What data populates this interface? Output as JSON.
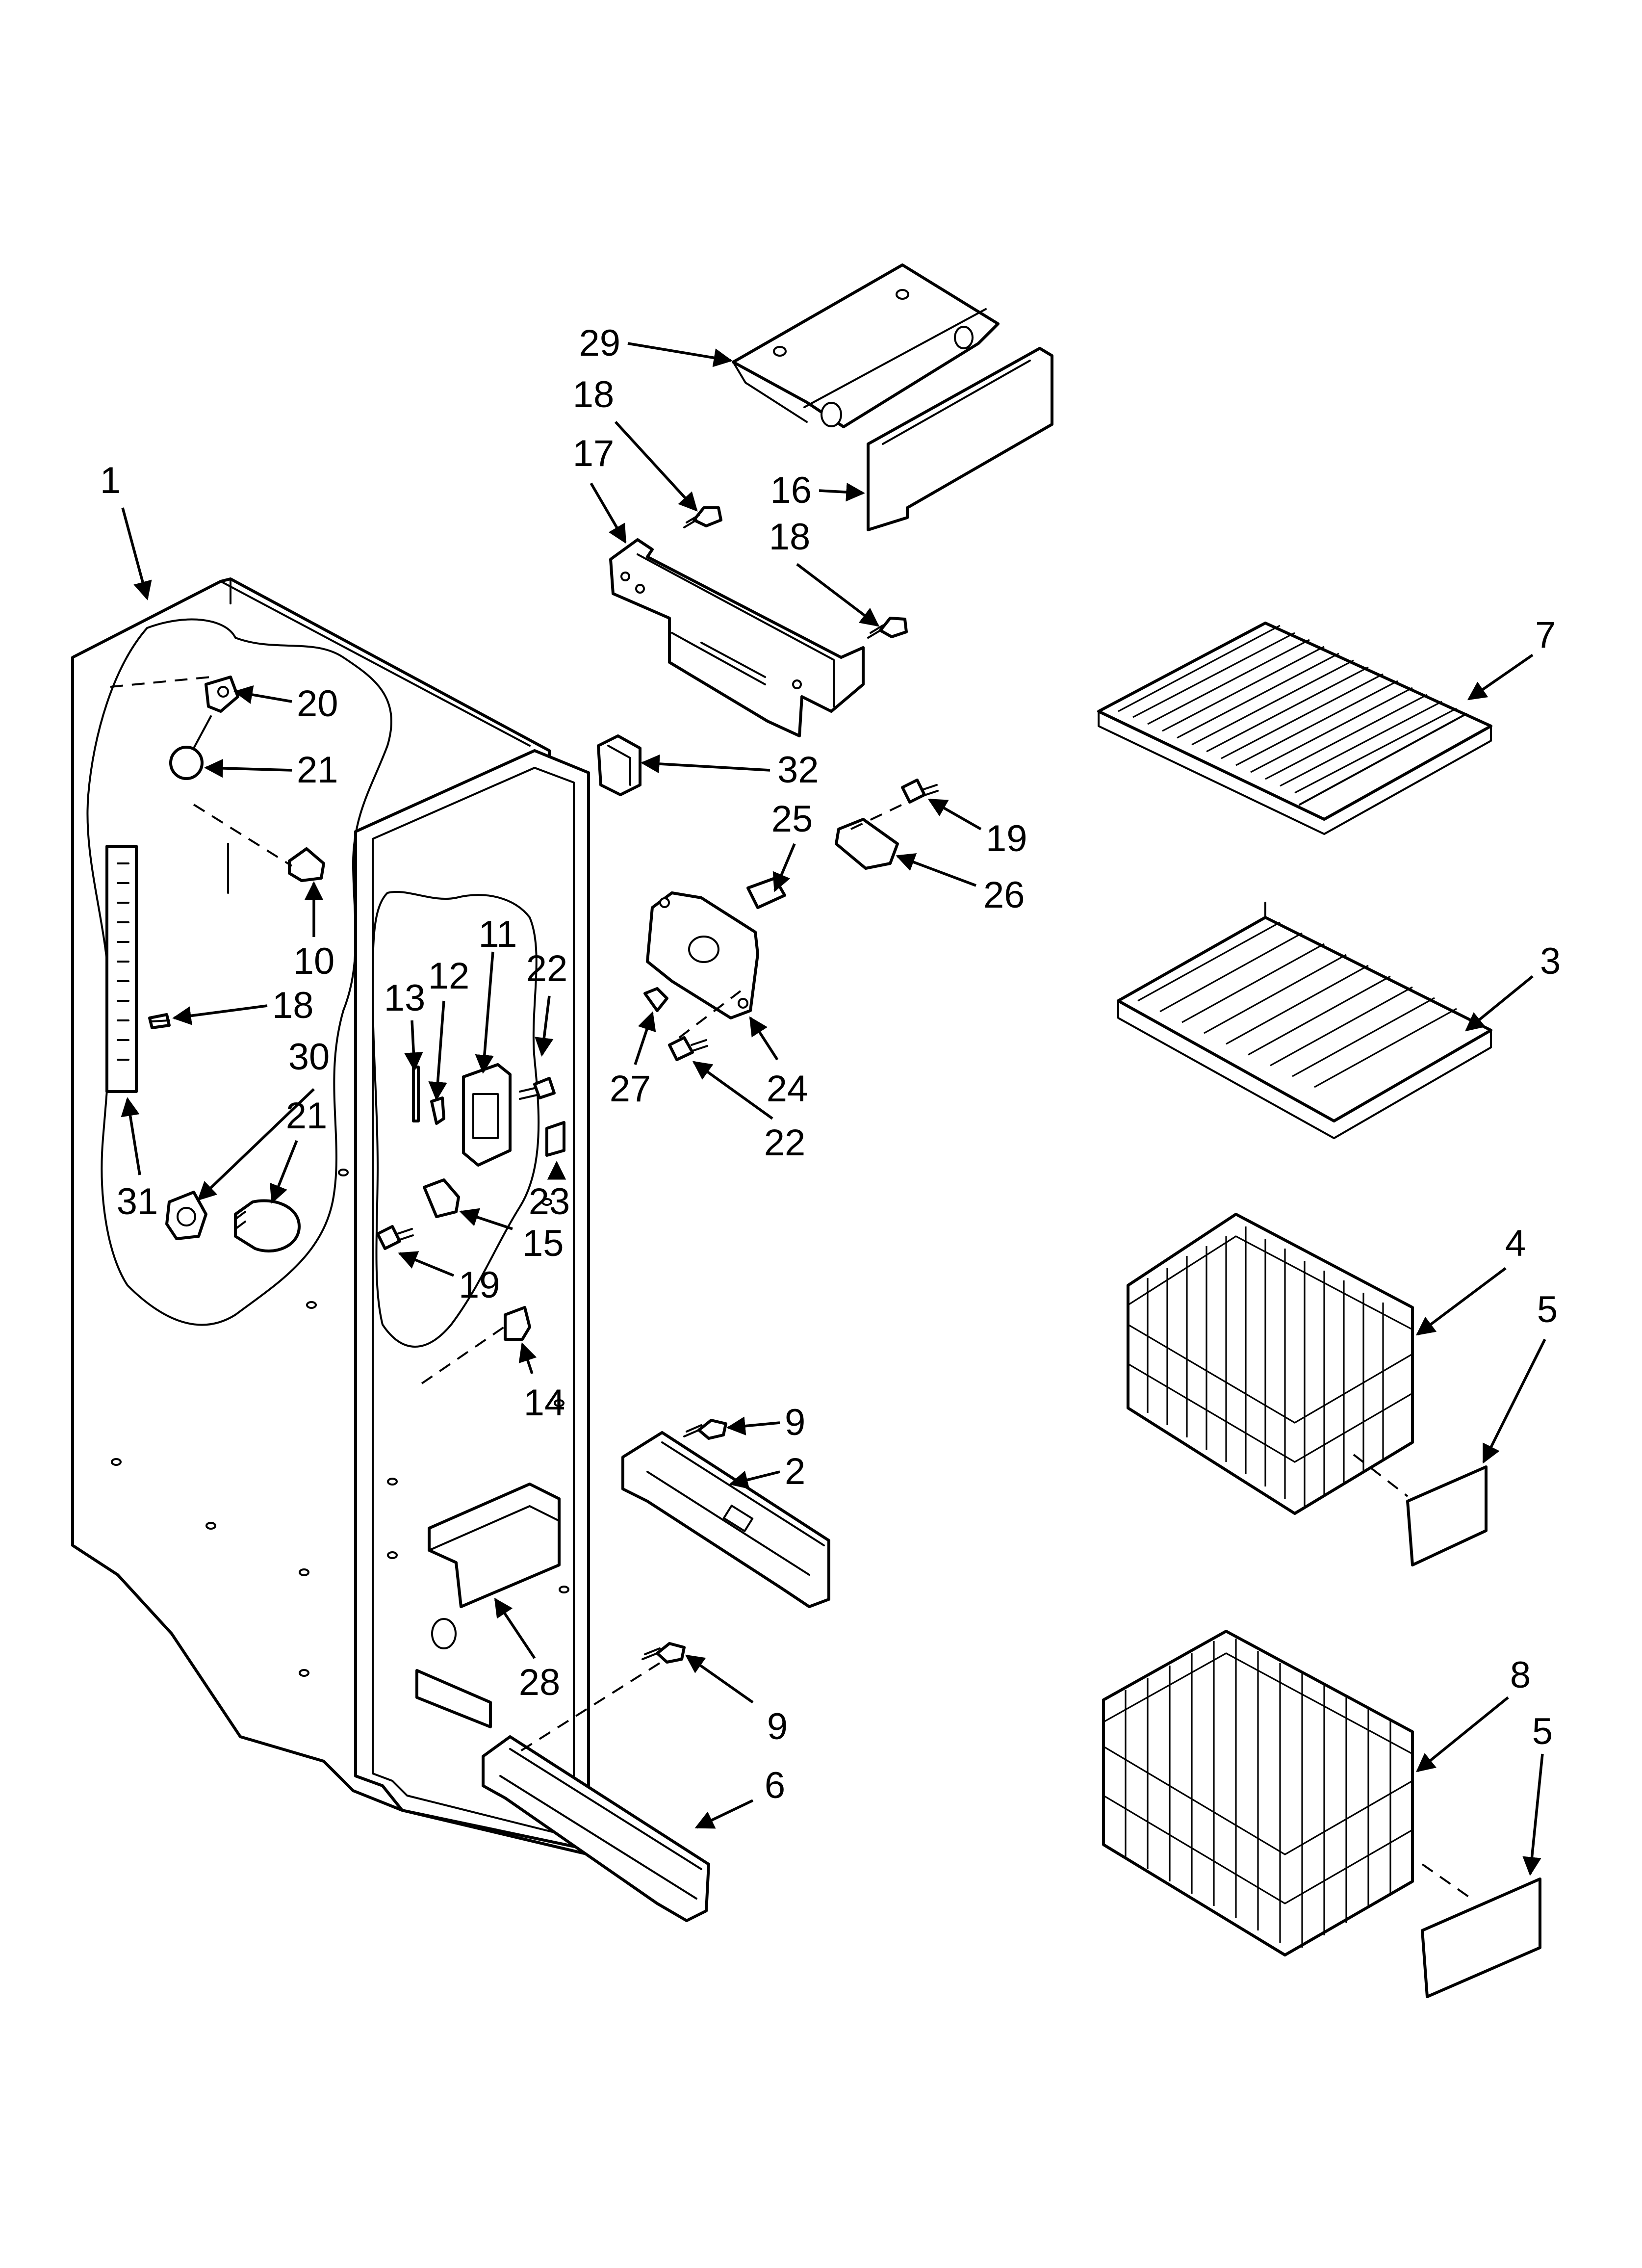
{
  "diagram": {
    "type": "exploded-parts-diagram",
    "colors": {
      "ink": "#000000",
      "paper": "#ffffff"
    },
    "callouts": [
      {
        "id": "c-1",
        "text": "1",
        "part": "1",
        "anchor": "middle"
      },
      {
        "id": "c-29",
        "text": "29",
        "part": "29",
        "anchor": "end"
      },
      {
        "id": "c-18a",
        "text": "18",
        "part": "18",
        "anchor": "middle"
      },
      {
        "id": "c-17",
        "text": "17",
        "part": "17",
        "anchor": "middle"
      },
      {
        "id": "c-16",
        "text": "16",
        "part": "16",
        "anchor": "end"
      },
      {
        "id": "c-18b",
        "text": "18",
        "part": "18",
        "anchor": "middle"
      },
      {
        "id": "c-7",
        "text": "7",
        "part": "7",
        "anchor": "start"
      },
      {
        "id": "c-20",
        "text": "20",
        "part": "20",
        "anchor": "start"
      },
      {
        "id": "c-21a",
        "text": "21",
        "part": "21",
        "anchor": "start"
      },
      {
        "id": "c-32",
        "text": "32",
        "part": "32",
        "anchor": "start"
      },
      {
        "id": "c-19a",
        "text": "19",
        "part": "19",
        "anchor": "start"
      },
      {
        "id": "c-25",
        "text": "25",
        "part": "25",
        "anchor": "middle"
      },
      {
        "id": "c-26",
        "text": "26",
        "part": "26",
        "anchor": "start"
      },
      {
        "id": "c-10",
        "text": "10",
        "part": "10",
        "anchor": "middle"
      },
      {
        "id": "c-3",
        "text": "3",
        "part": "3",
        "anchor": "start"
      },
      {
        "id": "c-12",
        "text": "12",
        "part": "12",
        "anchor": "middle"
      },
      {
        "id": "c-11",
        "text": "11",
        "part": "11",
        "anchor": "middle"
      },
      {
        "id": "c-22a",
        "text": "22",
        "part": "22",
        "anchor": "middle"
      },
      {
        "id": "c-13",
        "text": "13",
        "part": "13",
        "anchor": "middle"
      },
      {
        "id": "c-18c",
        "text": "18",
        "part": "18",
        "anchor": "start"
      },
      {
        "id": "c-30",
        "text": "30",
        "part": "30",
        "anchor": "middle"
      },
      {
        "id": "c-21b",
        "text": "21",
        "part": "21",
        "anchor": "middle"
      },
      {
        "id": "c-27",
        "text": "27",
        "part": "27",
        "anchor": "middle"
      },
      {
        "id": "c-24",
        "text": "24",
        "part": "24",
        "anchor": "middle"
      },
      {
        "id": "c-22b",
        "text": "22",
        "part": "22",
        "anchor": "middle"
      },
      {
        "id": "c-31",
        "text": "31",
        "part": "31",
        "anchor": "middle"
      },
      {
        "id": "c-23",
        "text": "23",
        "part": "23",
        "anchor": "middle"
      },
      {
        "id": "c-15",
        "text": "15",
        "part": "15",
        "anchor": "start"
      },
      {
        "id": "c-19b",
        "text": "19",
        "part": "19",
        "anchor": "start"
      },
      {
        "id": "c-14",
        "text": "14",
        "part": "14",
        "anchor": "middle"
      },
      {
        "id": "c-4",
        "text": "4",
        "part": "4",
        "anchor": "middle"
      },
      {
        "id": "c-5a",
        "text": "5",
        "part": "5",
        "anchor": "middle"
      },
      {
        "id": "c-9a",
        "text": "9",
        "part": "9",
        "anchor": "start"
      },
      {
        "id": "c-2",
        "text": "2",
        "part": "2",
        "anchor": "start"
      },
      {
        "id": "c-28",
        "text": "28",
        "part": "28",
        "anchor": "middle"
      },
      {
        "id": "c-9b",
        "text": "9",
        "part": "9",
        "anchor": "middle"
      },
      {
        "id": "c-6",
        "text": "6",
        "part": "6",
        "anchor": "middle"
      },
      {
        "id": "c-8",
        "text": "8",
        "part": "8",
        "anchor": "middle"
      },
      {
        "id": "c-5b",
        "text": "5",
        "part": "5",
        "anchor": "middle"
      }
    ]
  }
}
